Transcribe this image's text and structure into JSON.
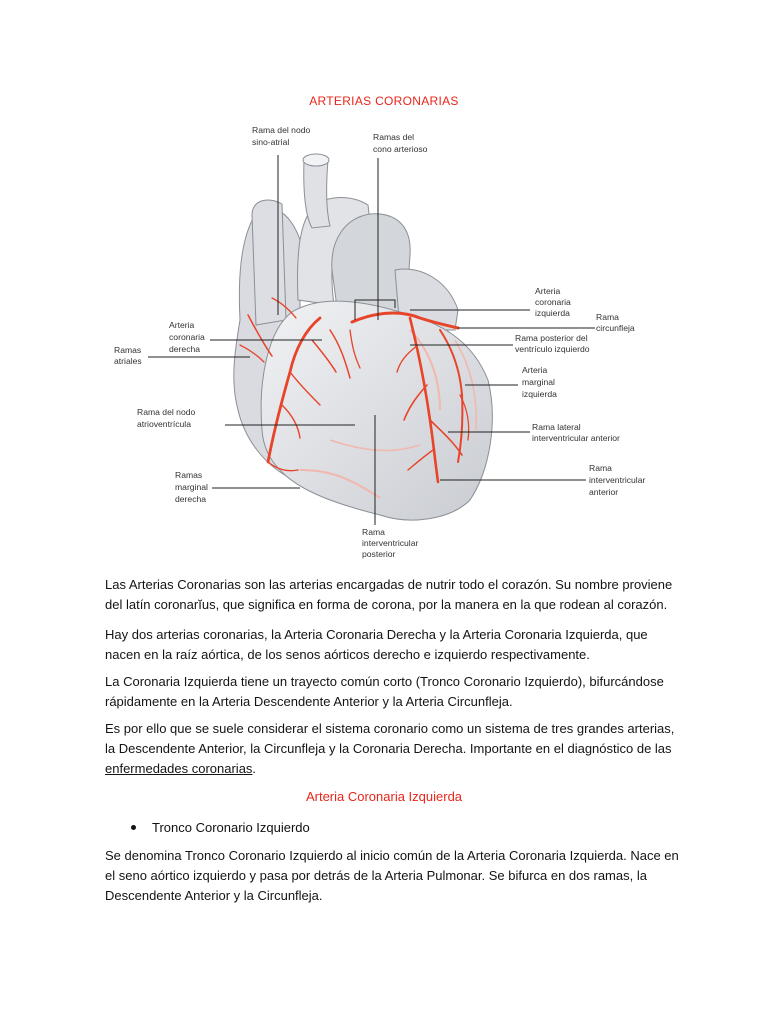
{
  "document": {
    "title": "ARTERIAS CORONARIAS",
    "figure": {
      "labels": {
        "sinoatrial_1": "Rama del nodo",
        "sinoatrial_2": "sino-atrial",
        "cono_1": "Ramas del",
        "cono_2": "cono arterioso",
        "aci_1": "Arteria",
        "aci_2": "coronaria",
        "aci_3": "izquierda",
        "circ_1": "Rama",
        "circ_2": "circunfleja",
        "acd_1": "Arteria",
        "acd_2": "coronaria",
        "acd_3": "derecha",
        "posterior_vi_1": "Rama posterior del",
        "posterior_vi_2": "ventrículo izquierdo",
        "atriales_1": "Ramas",
        "atriales_2": "atriales",
        "marginal_izq_1": "Arteria",
        "marginal_izq_2": "marginal",
        "marginal_izq_3": "izquierda",
        "av_1": "Rama del nodo",
        "av_2": "atrioventrícula",
        "lateral_1": "Rama lateral",
        "lateral_2": "interventricular anterior",
        "marginal_der_1": "Ramas",
        "marginal_der_2": "marginal",
        "marginal_der_3": "derecha",
        "iva_1": "Rama",
        "iva_2": "interventricular",
        "iva_3": "anterior",
        "ivp_1": "Rama",
        "ivp_2": "interventricular",
        "ivp_3": "posterior"
      }
    },
    "paragraphs": {
      "p1": "Las Arterias Coronarias son las arterias encargadas de nutrir todo el corazón. Su nombre proviene del latín coronarĭus, que significa en forma de corona, por la manera en la que rodean al corazón.",
      "p2": "Hay dos arterias coronarias, la Arteria Coronaria Derecha y la Arteria Coronaria Izquierda, que nacen en la raíz aórtica, de los senos aórticos derecho e izquierdo respectivamente.",
      "p3": "La Coronaria Izquierda tiene un trayecto común corto (Tronco Coronario Izquierdo), bifurcándose rápidamente en la Arteria Descendente Anterior y la Arteria Circunfleja.",
      "p4_before": "Es por ello que se suele considerar el sistema coronario como un sistema de tres grandes arterias, la Descendente Anterior, la Circunfleja y la Coronaria Derecha. Importante en el diagnóstico de las ",
      "p4_link": "enfermedades coronarias",
      "p4_after": ".",
      "p5": "Se denomina Tronco Coronario Izquierdo al inicio común de la Arteria Coronaria Izquierda. Nace en el seno aórtico izquierdo y pasa por detrás de la Arteria Pulmonar. Se bifurca en dos ramas, la Descendente Anterior y la Circunfleja."
    },
    "section_heading": "Arteria Coronaria Izquierda",
    "bullet": "Tronco Coronario Izquierdo"
  },
  "colors": {
    "accent": "#e8261a",
    "artery": "#e8442a",
    "heart_fill": "#e4e6ea"
  }
}
